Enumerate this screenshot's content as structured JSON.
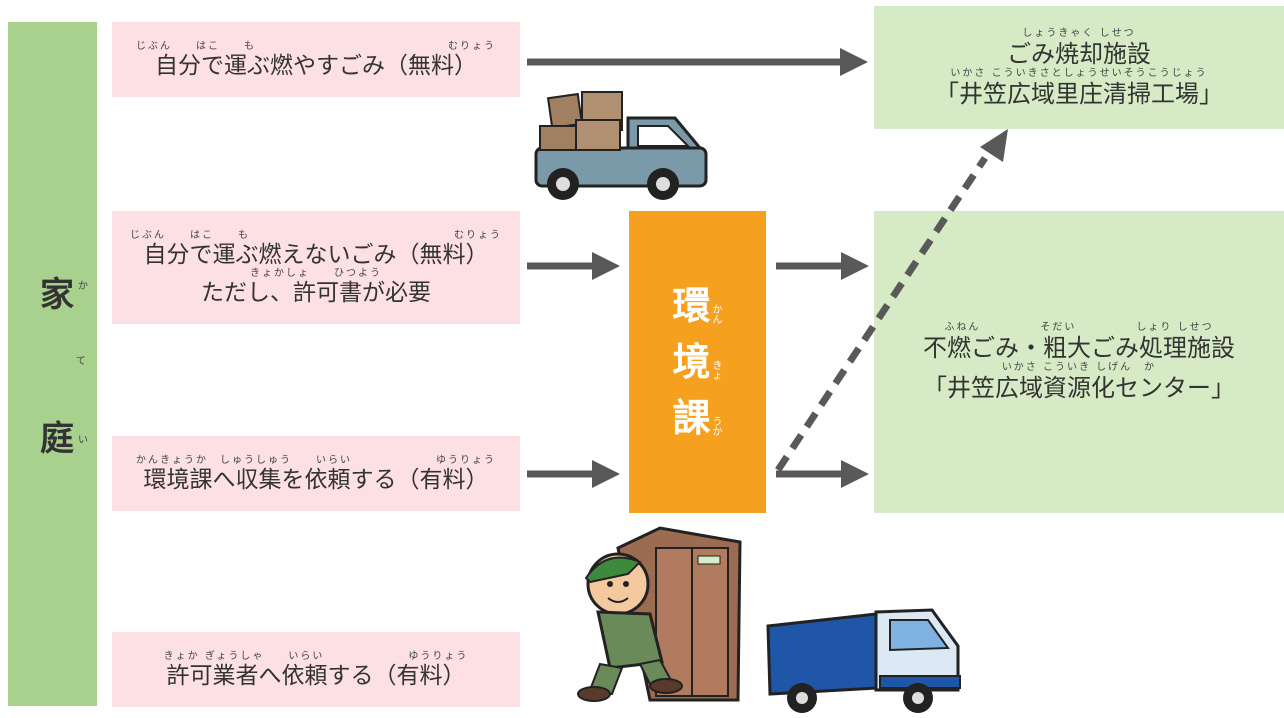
{
  "colors": {
    "home_bar": "#a9d18e",
    "source_box": "#fde0e3",
    "dest_box": "#d6ebc5",
    "env_box": "#f5a01e",
    "arrow": "#595959"
  },
  "home": {
    "chars": [
      "家",
      "庭"
    ],
    "ruby": [
      "か",
      "て",
      "い"
    ]
  },
  "sources": [
    {
      "lines": [
        {
          "ruby": "じぶん　　はこ　　も　　　　　　　　　　　　　　　　むりょう",
          "text": "自分で運ぶ燃やすごみ（無料）"
        }
      ]
    },
    {
      "lines": [
        {
          "ruby": "じぶん　　はこ　　も　　　　　　　　　　　　　　　　　むりょう",
          "text": "自分で運ぶ燃えないごみ（無料）"
        },
        {
          "ruby": "きょかしょ　　ひつよう",
          "text": "ただし、許可書が必要"
        }
      ]
    },
    {
      "lines": [
        {
          "ruby": "かんきょうか　しゅうしゅう　　いらい　　　　　　　ゆうりょう",
          "text": "環境課へ収集を依頼する（有料）"
        }
      ]
    },
    {
      "lines": [
        {
          "ruby": "きょか ぎょうしゃ　　いらい　　　　　　　ゆうりょう",
          "text": "許可業者へ依頼する（有料）"
        }
      ]
    }
  ],
  "environment_dept": {
    "chars": [
      "環",
      "境",
      "課"
    ],
    "ruby": [
      "かん",
      "きょ",
      "うか"
    ]
  },
  "destinations": [
    {
      "lines": [
        {
          "ruby": "しょうきゃく しせつ",
          "text": "ごみ焼却施設"
        },
        {
          "ruby": "いかさ こういきさとしょうせいそうこうじょう",
          "text": "「井笠広域里庄清掃工場」"
        }
      ]
    },
    {
      "lines": [
        {
          "ruby": "ふねん　　　　　そだい　　　　　しょり しせつ",
          "text": "不燃ごみ・粗大ごみ処理施設"
        },
        {
          "ruby": "いかさ こういき しげん　か",
          "text": "「井笠広域資源化センター」"
        }
      ]
    }
  ],
  "icons": [
    "pickup-truck-icon",
    "worker-carrying-cabinet-icon",
    "garbage-truck-icon"
  ]
}
